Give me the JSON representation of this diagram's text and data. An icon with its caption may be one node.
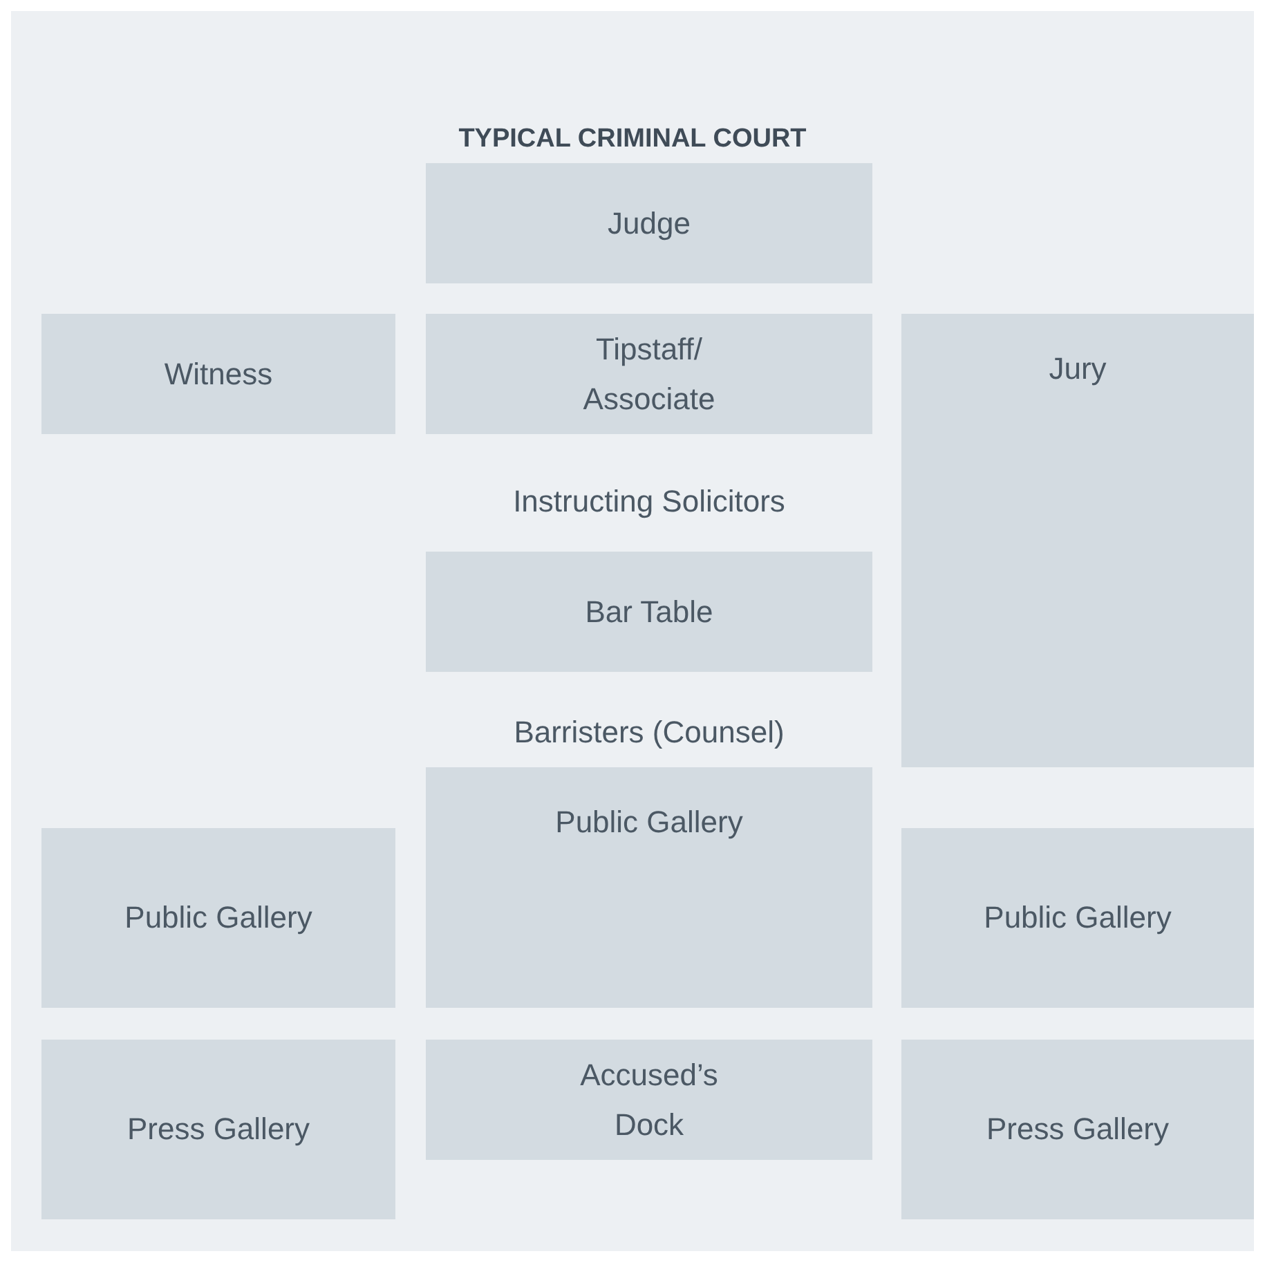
{
  "diagram": {
    "title": "TYPICAL CRIMINAL COURT",
    "nodes": [
      {
        "text": [
          "Judge"
        ]
      },
      {
        "text": [
          "Witness"
        ]
      },
      {
        "text": [
          "Tipstaff/ Associate"
        ]
      },
      {
        "text": [
          "Jury"
        ]
      },
      {
        "text": [
          "Bar Table"
        ]
      },
      {
        "text": [
          "Public Gallery"
        ]
      },
      {
        "text": [
          "Public Gallery"
        ]
      },
      {
        "text": [
          "Public Gallery"
        ]
      },
      {
        "text": [
          "Press Gallery"
        ]
      },
      {
        "text": [
          "Accused’s Dock"
        ]
      },
      {
        "text": [
          "Press Gallery"
        ]
      }
    ],
    "labels": [
      "Instructing Solicitors",
      "Barristers (Counsel)"
    ]
  }
}
